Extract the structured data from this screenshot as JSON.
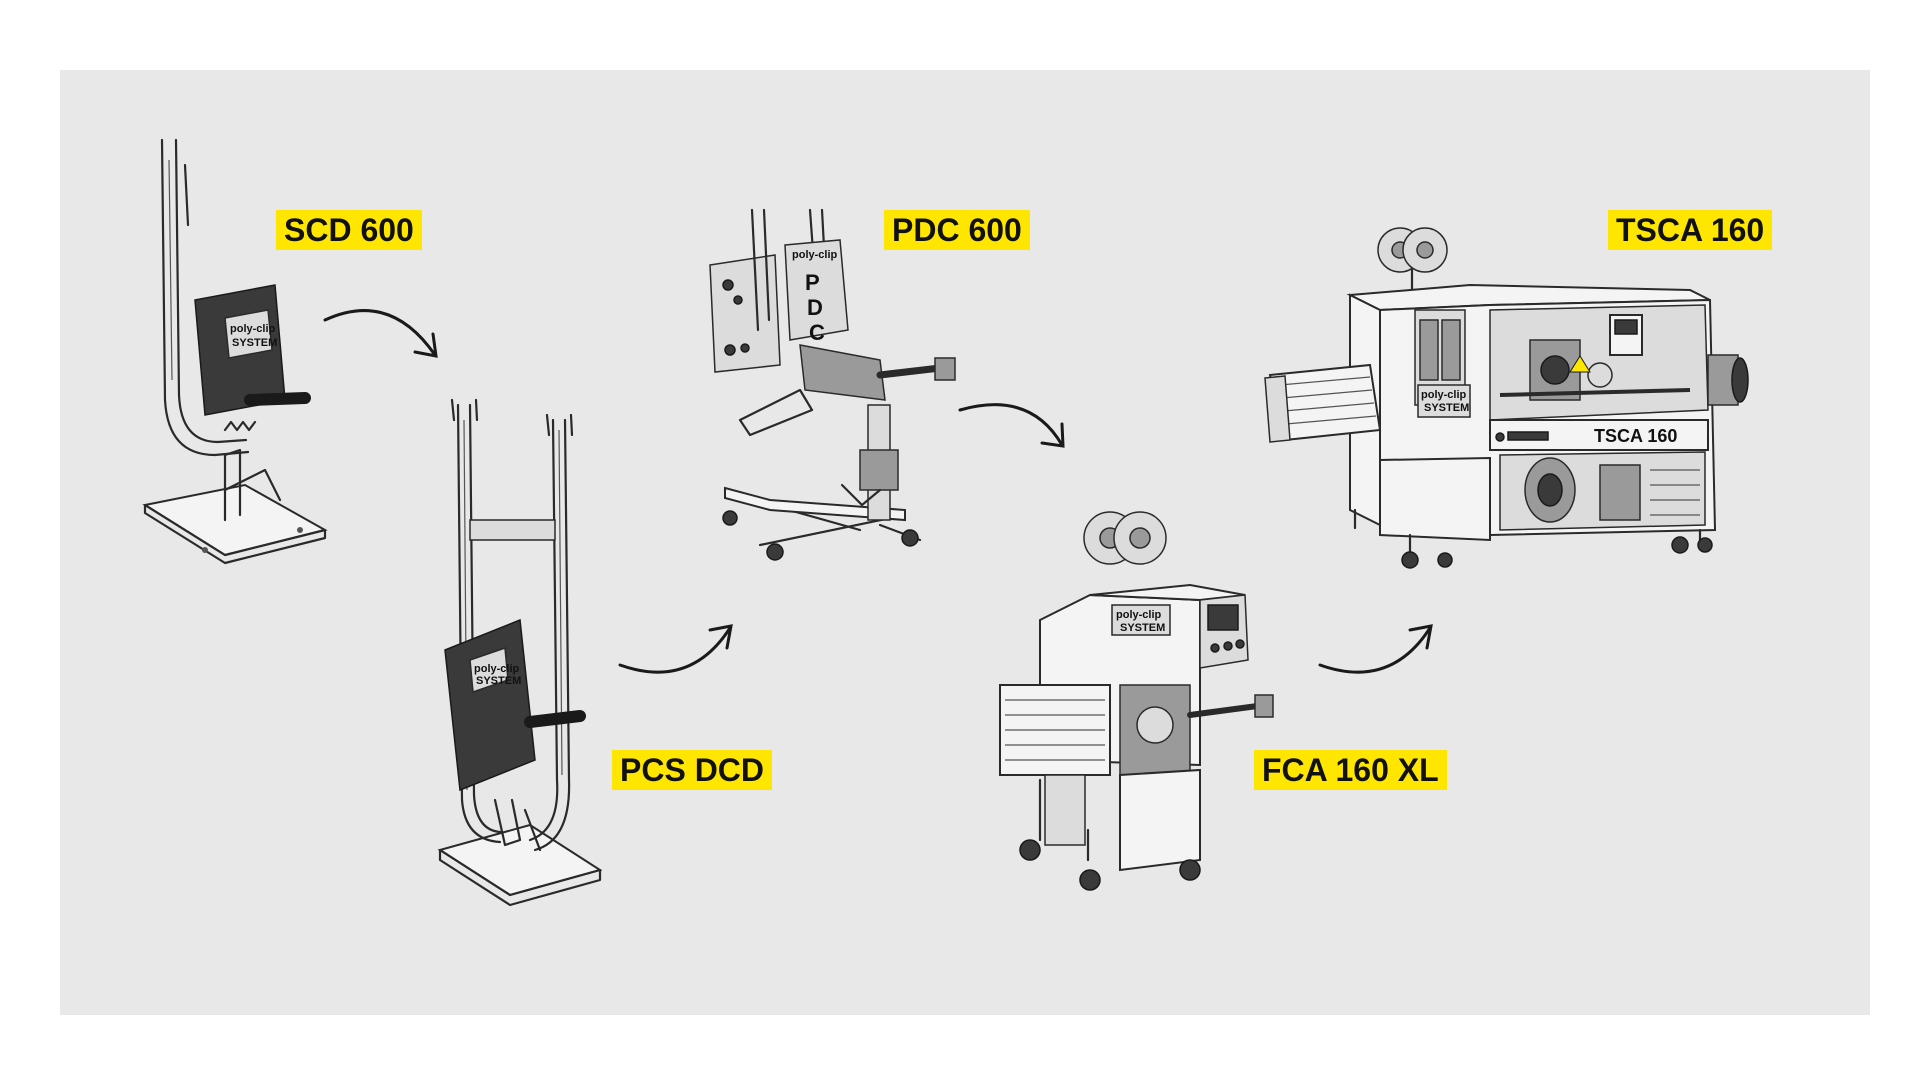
{
  "machines": [
    {
      "id": "scd600",
      "label": "SCD 600"
    },
    {
      "id": "pcsdcd",
      "label": "PCS DCD"
    },
    {
      "id": "pdc600",
      "label": "PDC 600"
    },
    {
      "id": "fca160xl",
      "label": "FCA 160 XL"
    },
    {
      "id": "tsca160",
      "label": "TSCA 160"
    }
  ],
  "machine_markings": {
    "logo_line1": "poly-clip",
    "logo_line2": "SYSTEM",
    "pdc_letters": [
      "P",
      "D",
      "C"
    ],
    "tsca_panel": "TSCA 160"
  },
  "colors": {
    "background": "#e8e8e8",
    "label_highlight": "#ffe600",
    "ink": "#2a2a2a"
  }
}
